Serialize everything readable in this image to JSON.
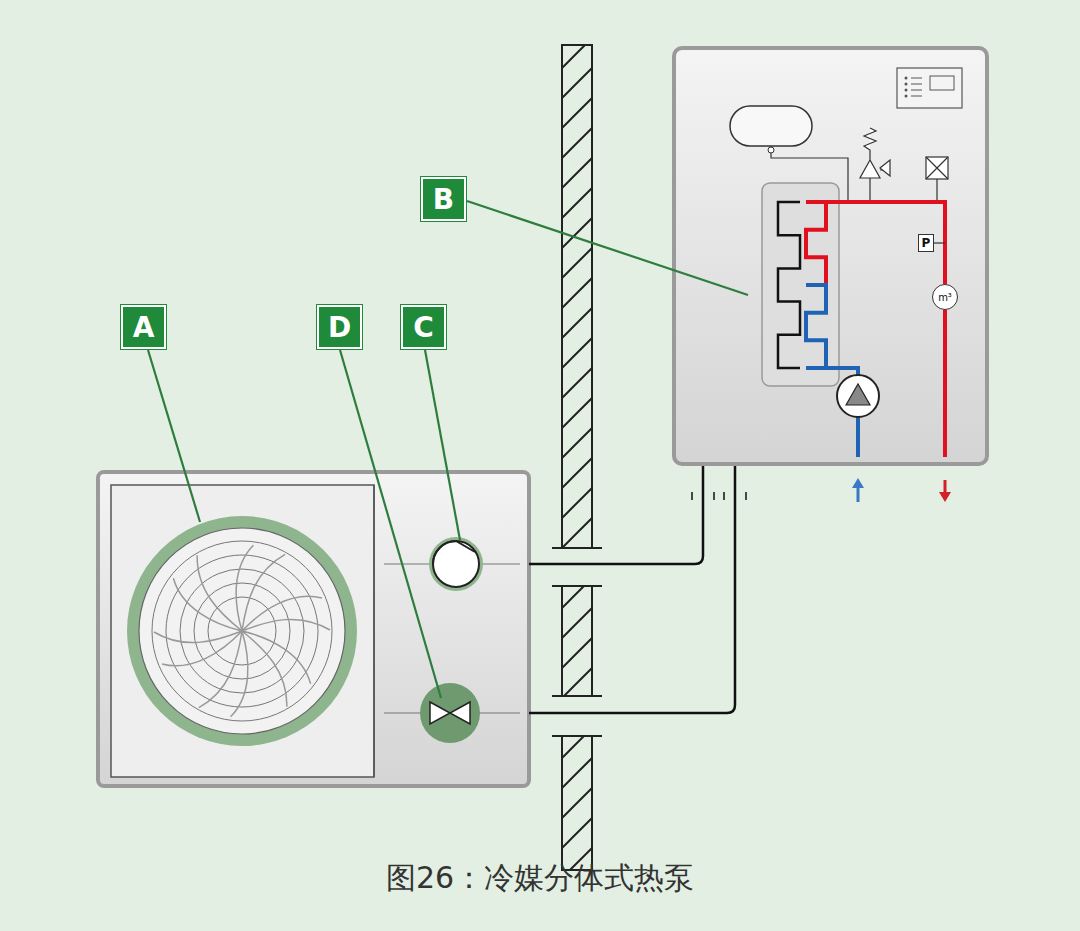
{
  "diagram": {
    "caption": "图26：冷媒分体式热泵",
    "nodes": [
      {
        "text": [
          "B"
        ]
      },
      {
        "text": [
          "A"
        ]
      },
      {
        "text": [
          "D"
        ]
      },
      {
        "text": [
          "C"
        ]
      },
      {
        "text": [
          "P"
        ]
      },
      {
        "text": [
          "m³"
        ]
      }
    ]
  }
}
